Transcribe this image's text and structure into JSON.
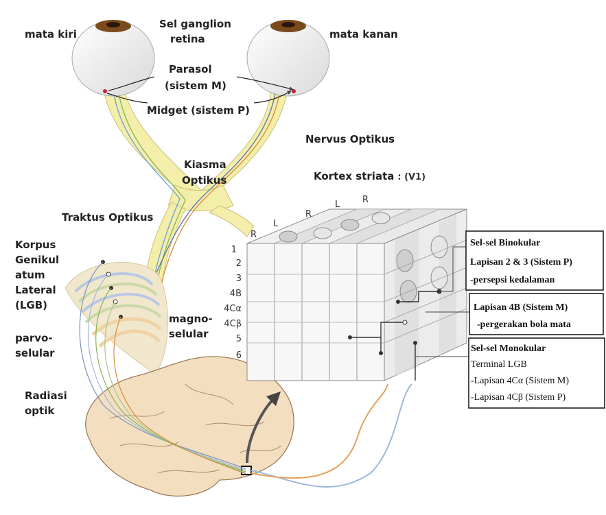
{
  "labels": {
    "left_eye": "mata kiri",
    "right_eye": "mata kanan",
    "ganglion_1": "Sel ganglion",
    "ganglion_2": "retina",
    "parasol_1": "Parasol",
    "parasol_2": "(sistem M)",
    "midget": "Midget (sistem P)",
    "optic_nerve": "Nervus Optikus",
    "chiasm_1": "Kiasma",
    "chiasm_2": "Optikus",
    "striate_cortex": "Kortex striata",
    "striate_suffix": ": (V1)",
    "optic_tract": "Traktus Optikus",
    "lgb": [
      "Korpus",
      "Genikul",
      "atum",
      "Lateral",
      "(LGB)"
    ],
    "parvo_1": "parvo-",
    "parvo_2": "selular",
    "magno_1": "magno-",
    "magno_2": "selular",
    "radiation_1": "Radiasi",
    "radiation_2": "optik"
  },
  "cortex_columns": [
    "R",
    "L",
    "R",
    "L",
    "R"
  ],
  "cortex_layers": [
    "1",
    "2",
    "3",
    "4B",
    "4Cα",
    "4Cβ",
    "5",
    "6"
  ],
  "boxes": {
    "binocular": [
      "Sel-sel Binokular",
      "Lapisan 2 & 3 (Sistem P)",
      "-persepsi kedalaman"
    ],
    "layer4b": [
      "Lapisan 4B (Sistem M)",
      "-pergerakan bola mata"
    ],
    "monocular": [
      "Sel-sel Monokular",
      "Terminal LGB",
      "-Lapisan 4Cα (Sistem M)",
      "-Lapisan 4Cβ (Sistem P)"
    ]
  },
  "colors": {
    "nerve_fill": "#f3eeaa",
    "brain_fill": "#f3dfc0",
    "fiber_blue": "#8fa4cc",
    "fiber_green": "#8fbf6a",
    "fiber_orange": "#e2a35a"
  }
}
